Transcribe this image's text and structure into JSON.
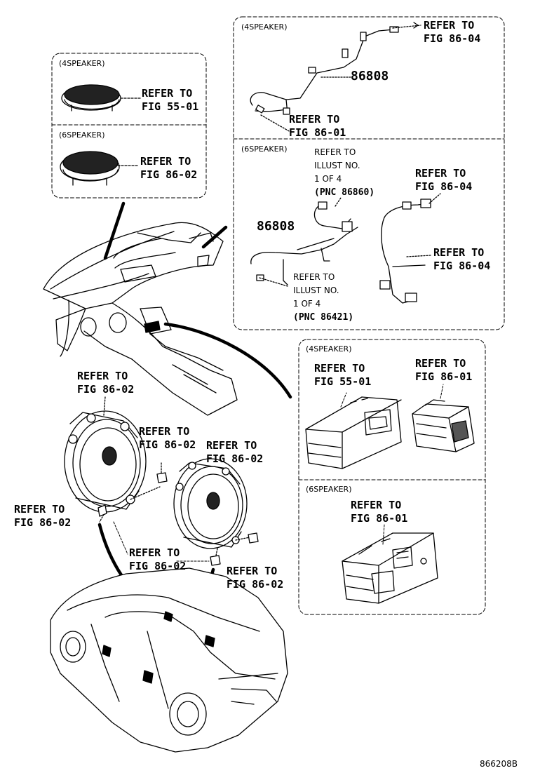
{
  "refs": {
    "tw4": [
      "REFER TO",
      "FIG 55-01"
    ],
    "tw6": [
      "REFER TO",
      "FIG 86-02"
    ],
    "h4_top": [
      "REFER TO",
      "FIG 86-04"
    ],
    "h4_bottom": [
      "REFER TO",
      "FIG 86-01"
    ],
    "h6_top": [
      "REFER TO",
      "FIG 86-04"
    ],
    "h6_mid": [
      "REFER TO",
      "FIG 86-04"
    ],
    "spk_left": [
      "REFER TO",
      "FIG 86-02"
    ],
    "spk_nut": [
      "REFER TO",
      "FIG 86-02"
    ],
    "spk_right": [
      "REFER TO",
      "FIG 86-02"
    ],
    "spk_screw": [
      "REFER TO",
      "FIG 86-02"
    ],
    "spk_bolt": [
      "REFER TO",
      "FIG 86-02"
    ],
    "spk_clip": [
      "REFER TO",
      "FIG 86-02"
    ],
    "jack4_left": [
      "REFER TO",
      "FIG 55-01"
    ],
    "jack4_right": [
      "REFER TO",
      "FIG 86-01"
    ],
    "jack6": [
      "REFER TO",
      "FIG 86-01"
    ]
  },
  "tags": {
    "tw4": "(4SPEAKER)",
    "tw6": "(6SPEAKER)",
    "h4": "(4SPEAKER)",
    "h6": "(6SPEAKER)",
    "jack4": "(4SPEAKER)",
    "jack6": "(6SPEAKER)"
  },
  "pnc": {
    "h4": "86808",
    "h6": "86808"
  },
  "illust": {
    "a": [
      "REFER TO",
      "ILLUST NO.",
      "1 OF 4",
      "(PNC 86860)"
    ],
    "b": [
      "REFER TO",
      "ILLUST NO.",
      "1 OF 4",
      "(PNC 86421)"
    ]
  },
  "drawing_code": "866208B"
}
